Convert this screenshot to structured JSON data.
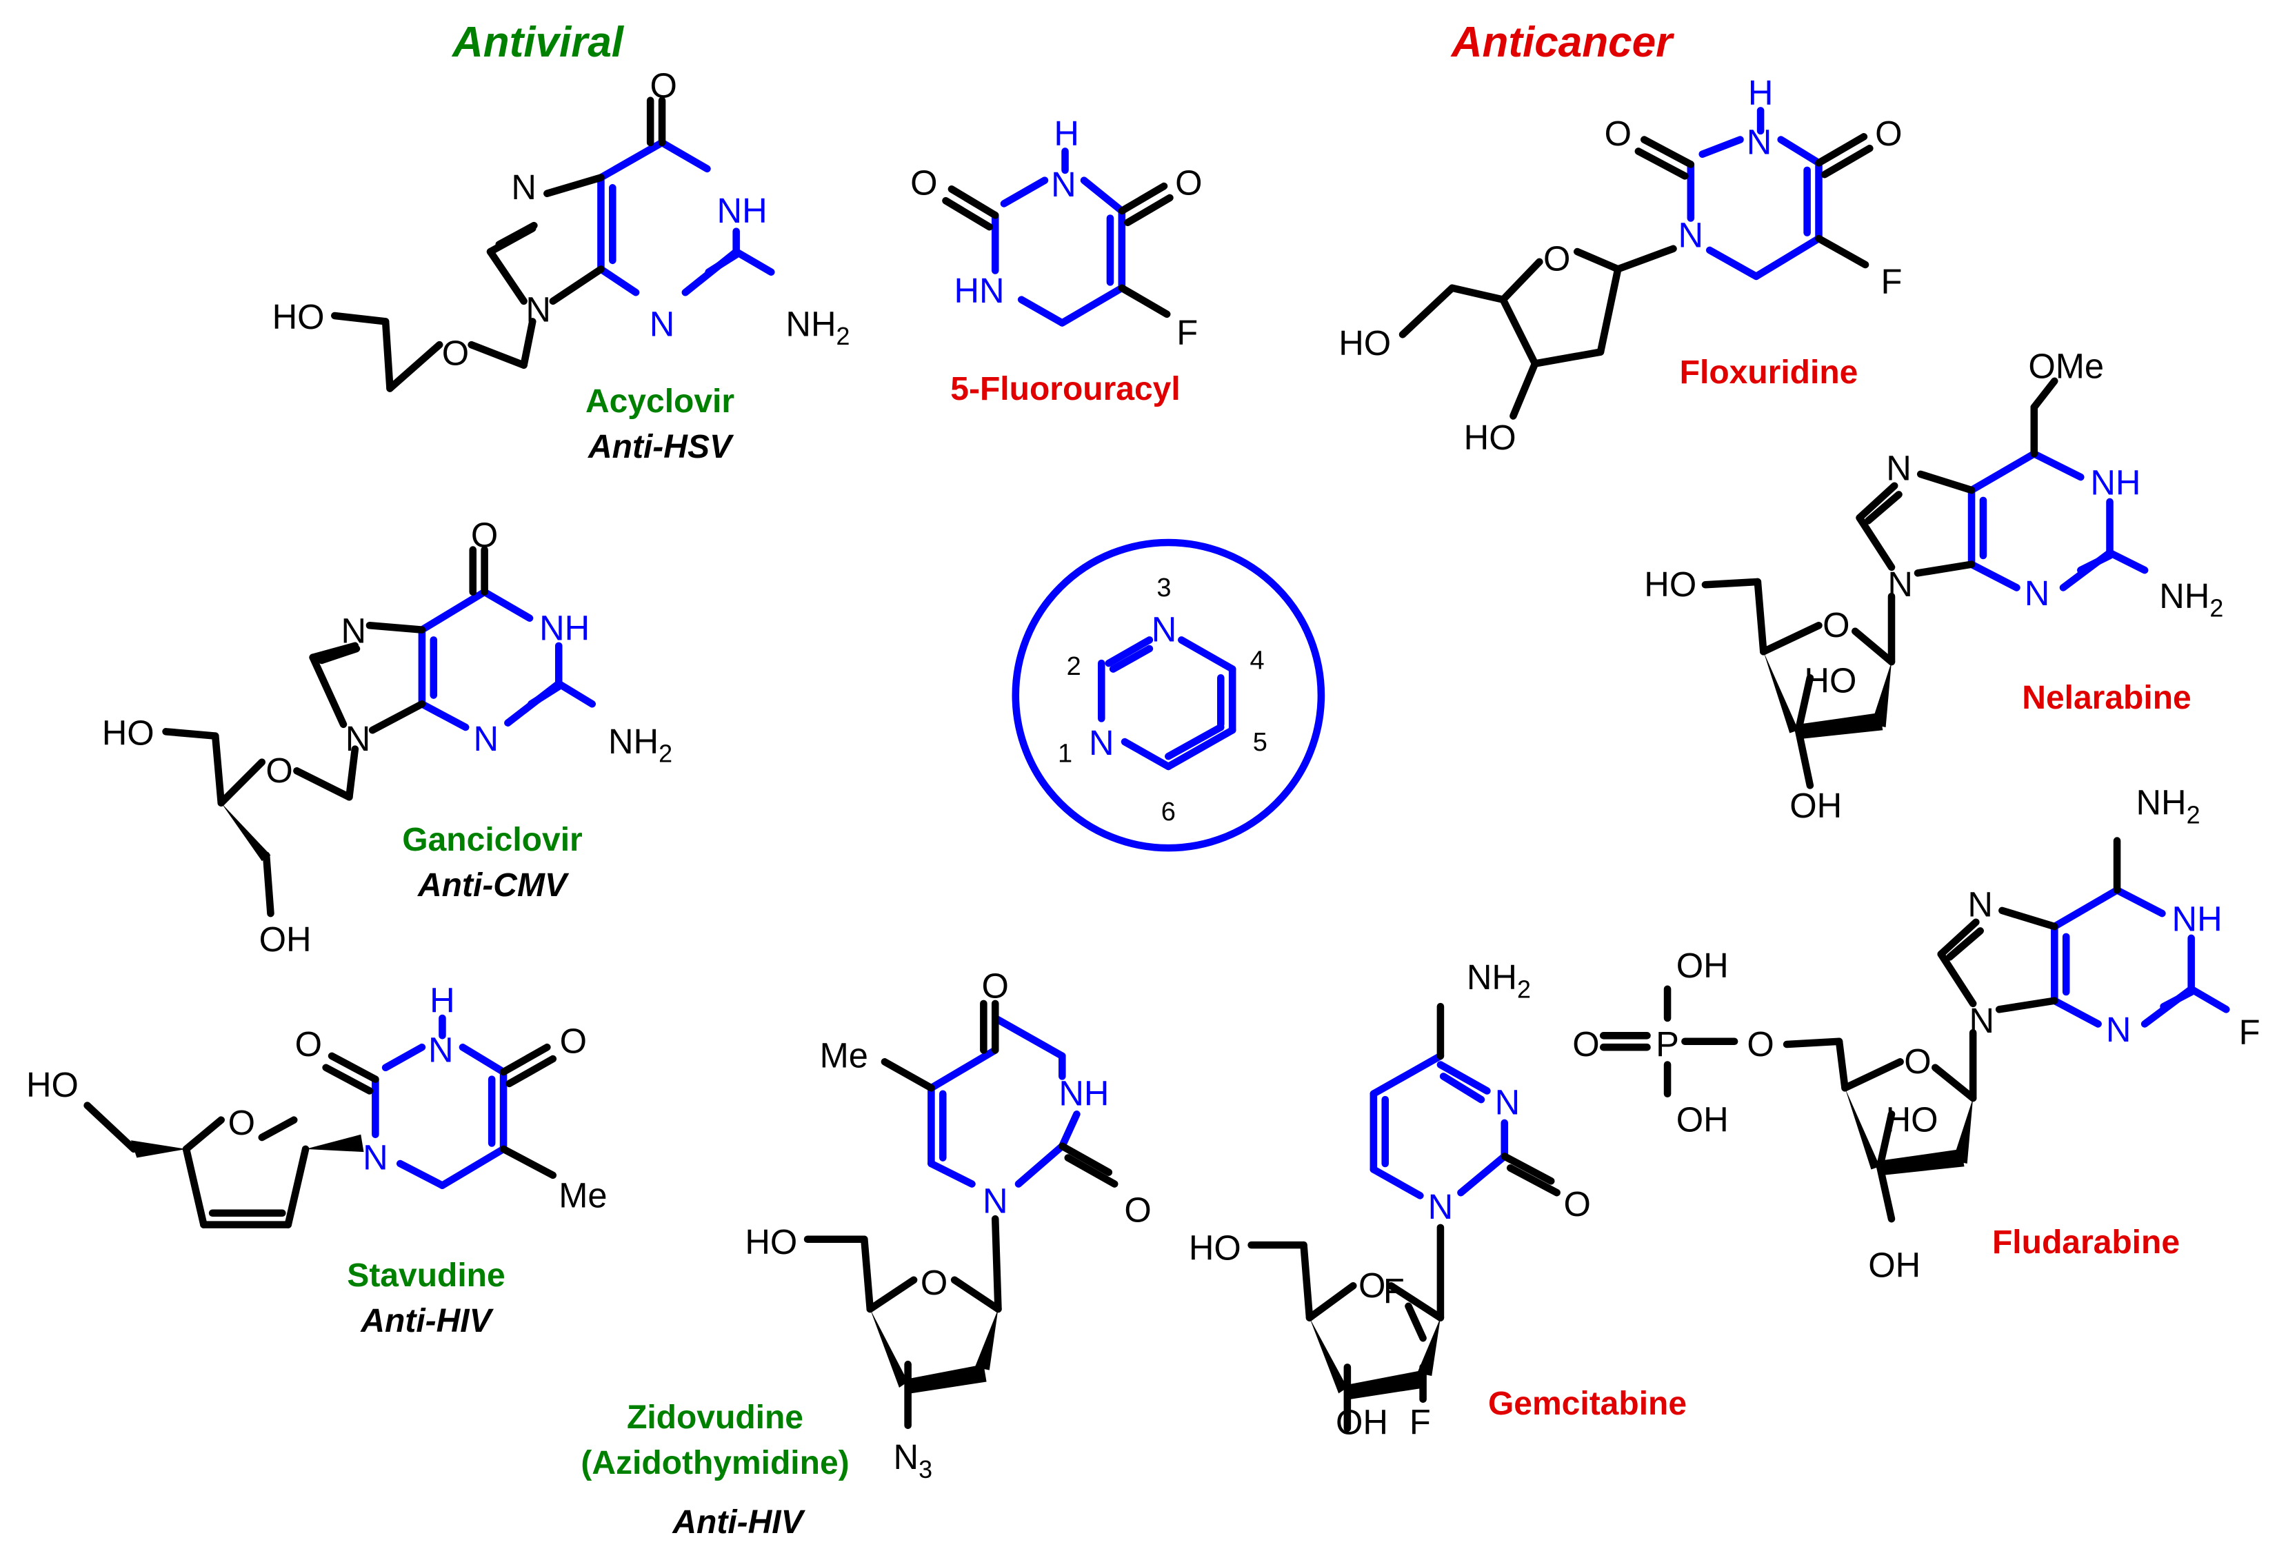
{
  "headings": {
    "antiviral": "Antiviral",
    "anticancer": "Anticancer"
  },
  "colors": {
    "antiviral": "#008000",
    "anticancer": "#e00000",
    "core": "#0000ff",
    "bonds": "#000000"
  },
  "core_ring": {
    "positions": [
      "1",
      "2",
      "3",
      "4",
      "5",
      "6"
    ]
  },
  "drugs": {
    "acyclovir": {
      "name": "Acyclovir",
      "activity": "Anti-HSV"
    },
    "fluorouracil": {
      "name": "5-Fluorouracyl"
    },
    "floxuridine": {
      "name": "Floxuridine"
    },
    "ganciclovir": {
      "name": "Ganciclovir",
      "activity": "Anti-CMV"
    },
    "nelarabine": {
      "name": "Nelarabine"
    },
    "fludarabine": {
      "name": "Fludarabine"
    },
    "stavudine": {
      "name": "Stavudine",
      "activity": "Anti-HIV"
    },
    "zidovudine": {
      "name": "Zidovudine",
      "alt_name": "(Azidothymidine)",
      "activity": "Anti-HIV"
    },
    "gemcitabine": {
      "name": "Gemcitabine"
    }
  },
  "atom_labels": {
    "O": "O",
    "N": "N",
    "NH": "NH",
    "H": "H",
    "HO": "HO",
    "OH": "OH",
    "NH2": "NH",
    "two": "2",
    "three": "3",
    "F": "F",
    "Me": "Me",
    "OMe": "OMe",
    "P": "P",
    "HN": "HN",
    "N3": "N"
  }
}
